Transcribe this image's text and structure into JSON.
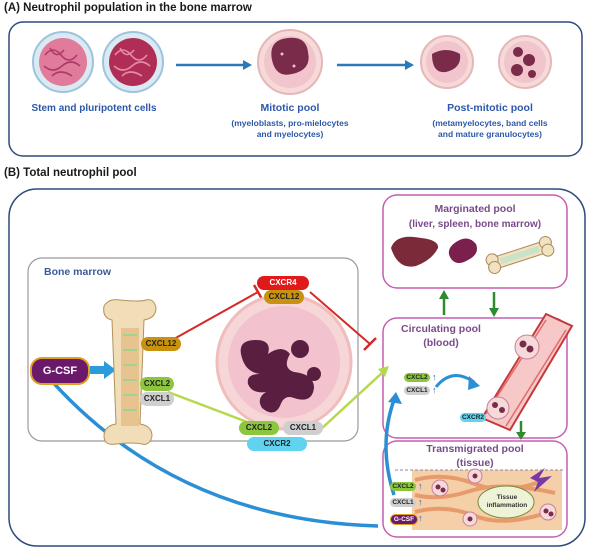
{
  "panel_a": {
    "title": "(A) Neutrophil  population in the bone marrow",
    "stem_label": "Stem and pluripotent cells",
    "mitotic_title": "Mitotic pool",
    "mitotic_sub1": "(myeloblasts, pro-mielocytes",
    "mitotic_sub2": "and myelocytes)",
    "postmitotic_title": "Post-mitotic pool",
    "postmitotic_sub1": "(metamyelocytes, band cells",
    "postmitotic_sub2": "and mature granulocytes)"
  },
  "panel_b": {
    "title": "(B) Total neutrophil pool",
    "bone_marrow_label": "Bone marrow",
    "gcsf_label": "G-CSF",
    "cxcl12_left": "CXCL12",
    "cxcr4": "CXCR4",
    "cxcl12_top": "CXCL12",
    "cxcl2_left": "CXCL2",
    "cxcl1_left": "CXCL1",
    "cxcl2_bottom": "CXCL2",
    "cxcl1_bottom": "CXCL1",
    "cxcr2_bottom": "CXCR2",
    "marginated_title": "Marginated pool",
    "marginated_sub": "(liver, spleen, bone marrow)",
    "circulating_title": "Circulating pool",
    "circulating_sub": "(blood)",
    "circ_cxcl2": "CXCL2",
    "circ_cxcl1": "CXCL1",
    "circ_cxcr2": "CXCR2",
    "transmigrated_title": "Transmigrated  pool",
    "transmigrated_sub": "(tissue)",
    "tis_cxcl2": "CXCL2",
    "tis_cxcl1": "CXCL1",
    "tis_gcsf": "G-CSF",
    "tissue_inflammation": "Tissue\ninflammation"
  },
  "colors": {
    "frame_blue": "#2d4a7a",
    "pink_frame": "#c65fb0",
    "arrow_blue": "#2b8fd6",
    "red_inhibit": "#d42a2a",
    "lime_arrow": "#b6d94c",
    "green_arrow": "#2e8b2e",
    "cxcl12_fill": "#c8920f",
    "cxcr4_fill": "#e01a1a",
    "cxcl2_fill": "#8cc63f",
    "cxcl1_fill": "#cfcfcf",
    "cxcr2_fill": "#5fd3f0",
    "gcsf_fill": "#6b1a6b"
  }
}
